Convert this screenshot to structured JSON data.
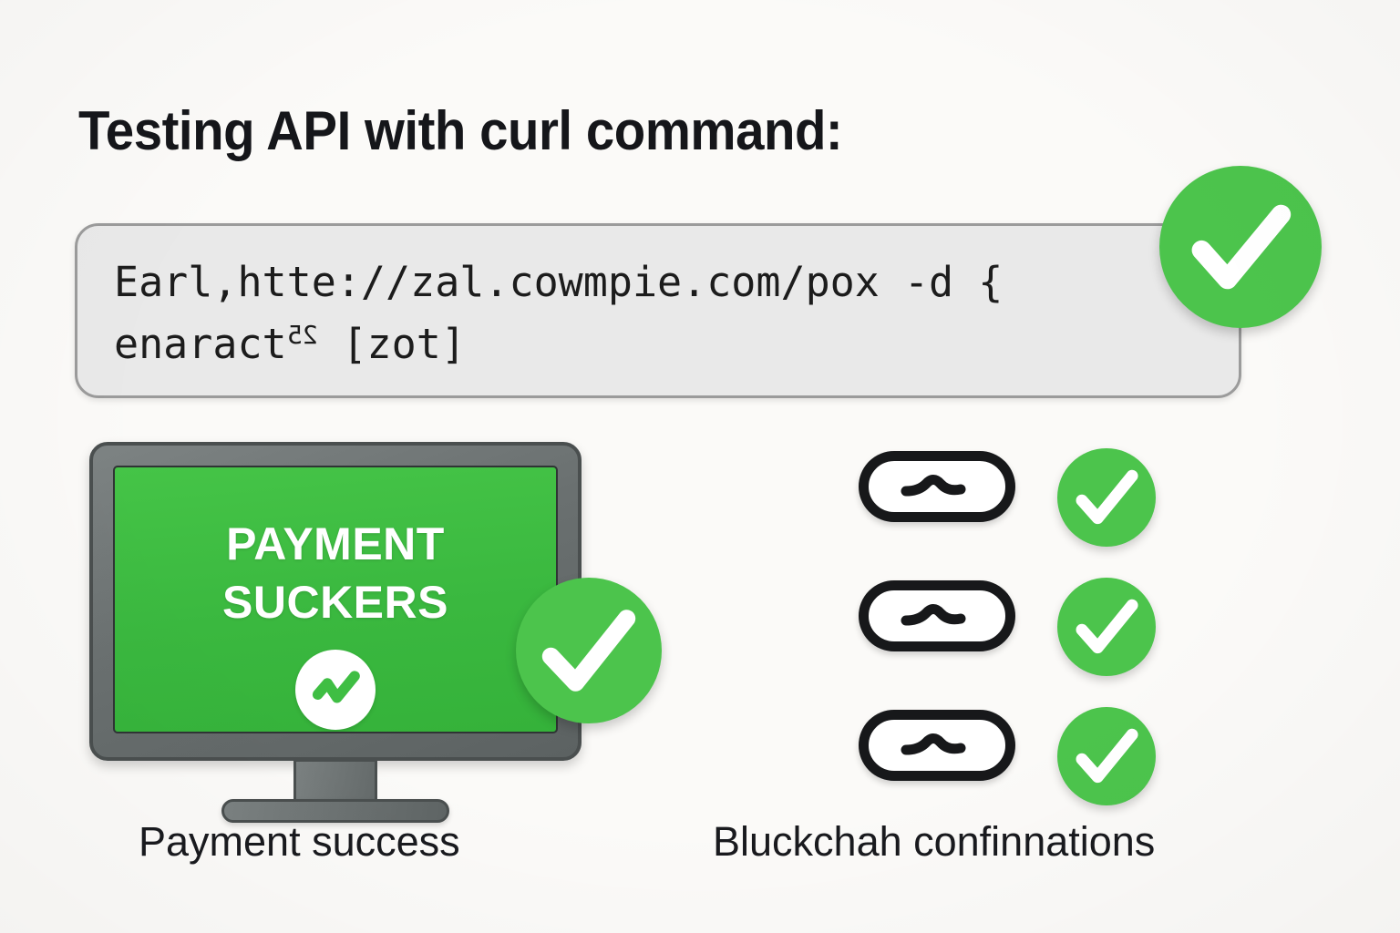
{
  "page": {
    "background_color": "#fbfaf8",
    "title": "Testing API with curl command:"
  },
  "code_block": {
    "name": "curl-command-block",
    "background_color": "#e9e9e9",
    "border_color": "#9b9b9b",
    "line1": "Earl,htte://zal.cowmpie.com/pox -d {",
    "line2_prefix": "enaract",
    "line2_sup": "25",
    "line2_suffix": " [zot]"
  },
  "badges": {
    "top_right": {
      "name": "code-success-check",
      "color": "#4cc44c",
      "glyph": "check-icon"
    },
    "monitor_overlay": {
      "name": "payment-success-check",
      "color": "#4cc44c",
      "glyph": "check-icon"
    }
  },
  "monitor": {
    "name": "payment-monitor",
    "bezel_color": "#6a7070",
    "screen_color": "#3fbe43",
    "screen_line1": "PAYMENT",
    "screen_line2": "SUCKERS",
    "screen_badge": {
      "name": "payment-check-badge",
      "glyph": "check-icon",
      "fill": "#ffffff",
      "mark_color": "#3fbe43"
    },
    "caption": "Payment success"
  },
  "confirmations": {
    "name": "blockchain-confirmations",
    "caption": "Bluckchah confinnations",
    "check_color": "#4cc44c",
    "block_outline_color": "#17181a",
    "rows": [
      {
        "block_label": "block-link-icon",
        "status": "check-icon"
      },
      {
        "block_label": "block-link-icon",
        "status": "check-icon"
      },
      {
        "block_label": "block-link-icon",
        "status": "check-icon"
      }
    ]
  }
}
